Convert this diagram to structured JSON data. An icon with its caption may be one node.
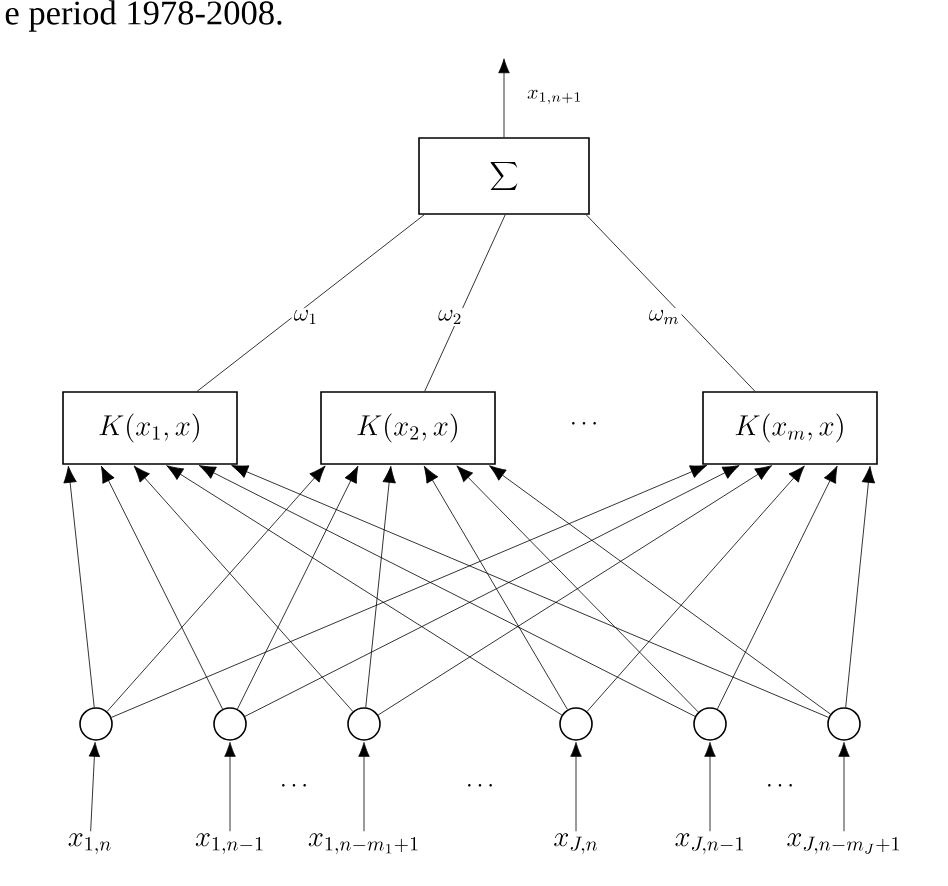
{
  "diagram": {
    "nodes": [
      {
        "text": [
          "\\sum"
        ]
      },
      {
        "text": [
          "K(x_1,x)"
        ]
      },
      {
        "text": [
          "K(x_2,x)"
        ]
      },
      {
        "text": [
          "K(x_m,x)"
        ]
      },
      {
        "text": [],
        "shape": "circle"
      },
      {
        "text": [],
        "shape": "circle"
      },
      {
        "text": [],
        "shape": "circle"
      },
      {
        "text": [],
        "shape": "circle"
      },
      {
        "text": [],
        "shape": "circle"
      },
      {
        "text": [],
        "shape": "circle"
      },
      {
        "text": [
          "x_{1,n}"
        ]
      },
      {
        "text": [
          "x_{1,n-1}"
        ]
      },
      {
        "text": [
          "x_{1,n-m_1+1}"
        ]
      },
      {
        "text": [
          "x_{J,n}"
        ]
      },
      {
        "text": [
          "x_{J,n-1}"
        ]
      },
      {
        "text": [
          "x_{J,n-m_J+1}"
        ]
      }
    ],
    "edges": [
      {
        "from": 0,
        "to": null,
        "arrow": "to",
        "label": "x_{1,n+1}"
      },
      {
        "from": 1,
        "to": 0,
        "arrow": "none",
        "label": "\\omega_1"
      },
      {
        "from": 2,
        "to": 0,
        "arrow": "none",
        "label": "\\omega_2"
      },
      {
        "from": 3,
        "to": 0,
        "arrow": "none",
        "label": "\\omega_m"
      },
      {
        "from": 4,
        "to": 1,
        "arrow": "to"
      },
      {
        "from": 4,
        "to": 2,
        "arrow": "to"
      },
      {
        "from": 4,
        "to": 3,
        "arrow": "to"
      },
      {
        "from": 5,
        "to": 1,
        "arrow": "to"
      },
      {
        "from": 5,
        "to": 2,
        "arrow": "to"
      },
      {
        "from": 5,
        "to": 3,
        "arrow": "to"
      },
      {
        "from": 6,
        "to": 1,
        "arrow": "to"
      },
      {
        "from": 6,
        "to": 2,
        "arrow": "to"
      },
      {
        "from": 6,
        "to": 3,
        "arrow": "to"
      },
      {
        "from": 7,
        "to": 1,
        "arrow": "to"
      },
      {
        "from": 7,
        "to": 2,
        "arrow": "to"
      },
      {
        "from": 7,
        "to": 3,
        "arrow": "to"
      },
      {
        "from": 8,
        "to": 1,
        "arrow": "to"
      },
      {
        "from": 8,
        "to": 2,
        "arrow": "to"
      },
      {
        "from": 8,
        "to": 3,
        "arrow": "to"
      },
      {
        "from": 9,
        "to": 1,
        "arrow": "to"
      },
      {
        "from": 9,
        "to": 2,
        "arrow": "to"
      },
      {
        "from": 9,
        "to": 3,
        "arrow": "to"
      },
      {
        "from": 10,
        "to": 4,
        "arrow": "to"
      },
      {
        "from": 11,
        "to": 5,
        "arrow": "to"
      },
      {
        "from": 12,
        "to": 6,
        "arrow": "to"
      },
      {
        "from": 13,
        "to": 7,
        "arrow": "to"
      },
      {
        "from": 14,
        "to": 8,
        "arrow": "to"
      },
      {
        "from": 15,
        "to": 9,
        "arrow": "to"
      }
    ],
    "labels": [
      "e period 1978-2008.",
      "\\cdots",
      "\\cdots",
      "\\cdots",
      "\\cdots"
    ]
  }
}
